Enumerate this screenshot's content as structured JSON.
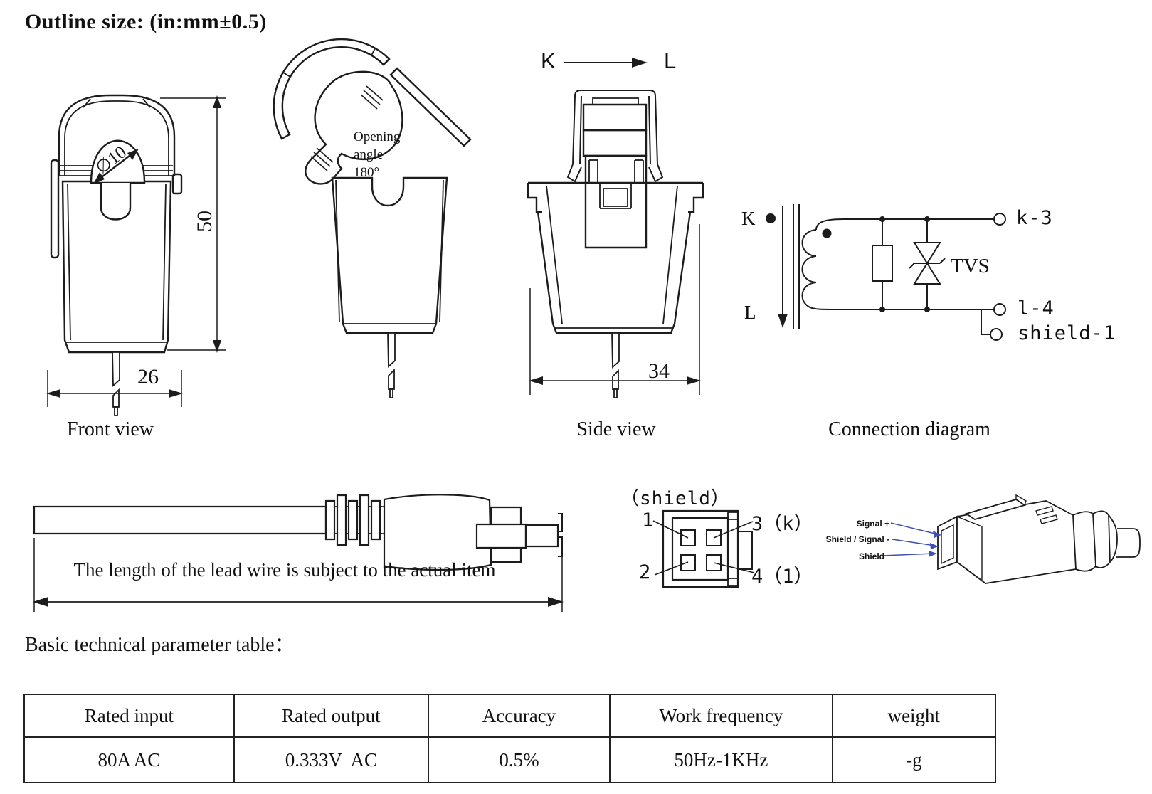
{
  "title": "Outline size: (in:mm±0.5)",
  "views": {
    "front": {
      "label": "Front view",
      "dim_height": "50",
      "dim_width": "26",
      "dim_aperture": "∅10"
    },
    "open": {
      "note_line1": "Opening",
      "note_line2": "angle",
      "note_line3": "180°"
    },
    "side": {
      "label": "Side view",
      "dim_width": "34",
      "k": "K",
      "l": "L"
    },
    "connection": {
      "label": "Connection diagram",
      "k": "K",
      "l": "L",
      "tvs": "TVS",
      "terminal_k3": "k-3",
      "terminal_l4": "l-4",
      "terminal_shield": "shield-1"
    }
  },
  "lead_wire": {
    "note": "The length of the lead wire is subject to the actual item"
  },
  "pinout": {
    "shield": "（shield）",
    "pin1": "1",
    "pin2": "2",
    "pin3": "3（k）",
    "pin4": "4（1）"
  },
  "connector3d": {
    "signal_plus": "Signal +",
    "shield_signal": "Shield / Signal -",
    "shield": "Shield",
    "arrow_color": "#3c50b5"
  },
  "table": {
    "heading": "Basic technical parameter table：",
    "headers": [
      "Rated input",
      "Rated output",
      "Accuracy",
      "Work frequency",
      "weight"
    ],
    "rows": [
      [
        "80A AC",
        "0.333V  AC",
        "0.5%",
        "50Hz-1KHz",
        "-g"
      ]
    ]
  }
}
